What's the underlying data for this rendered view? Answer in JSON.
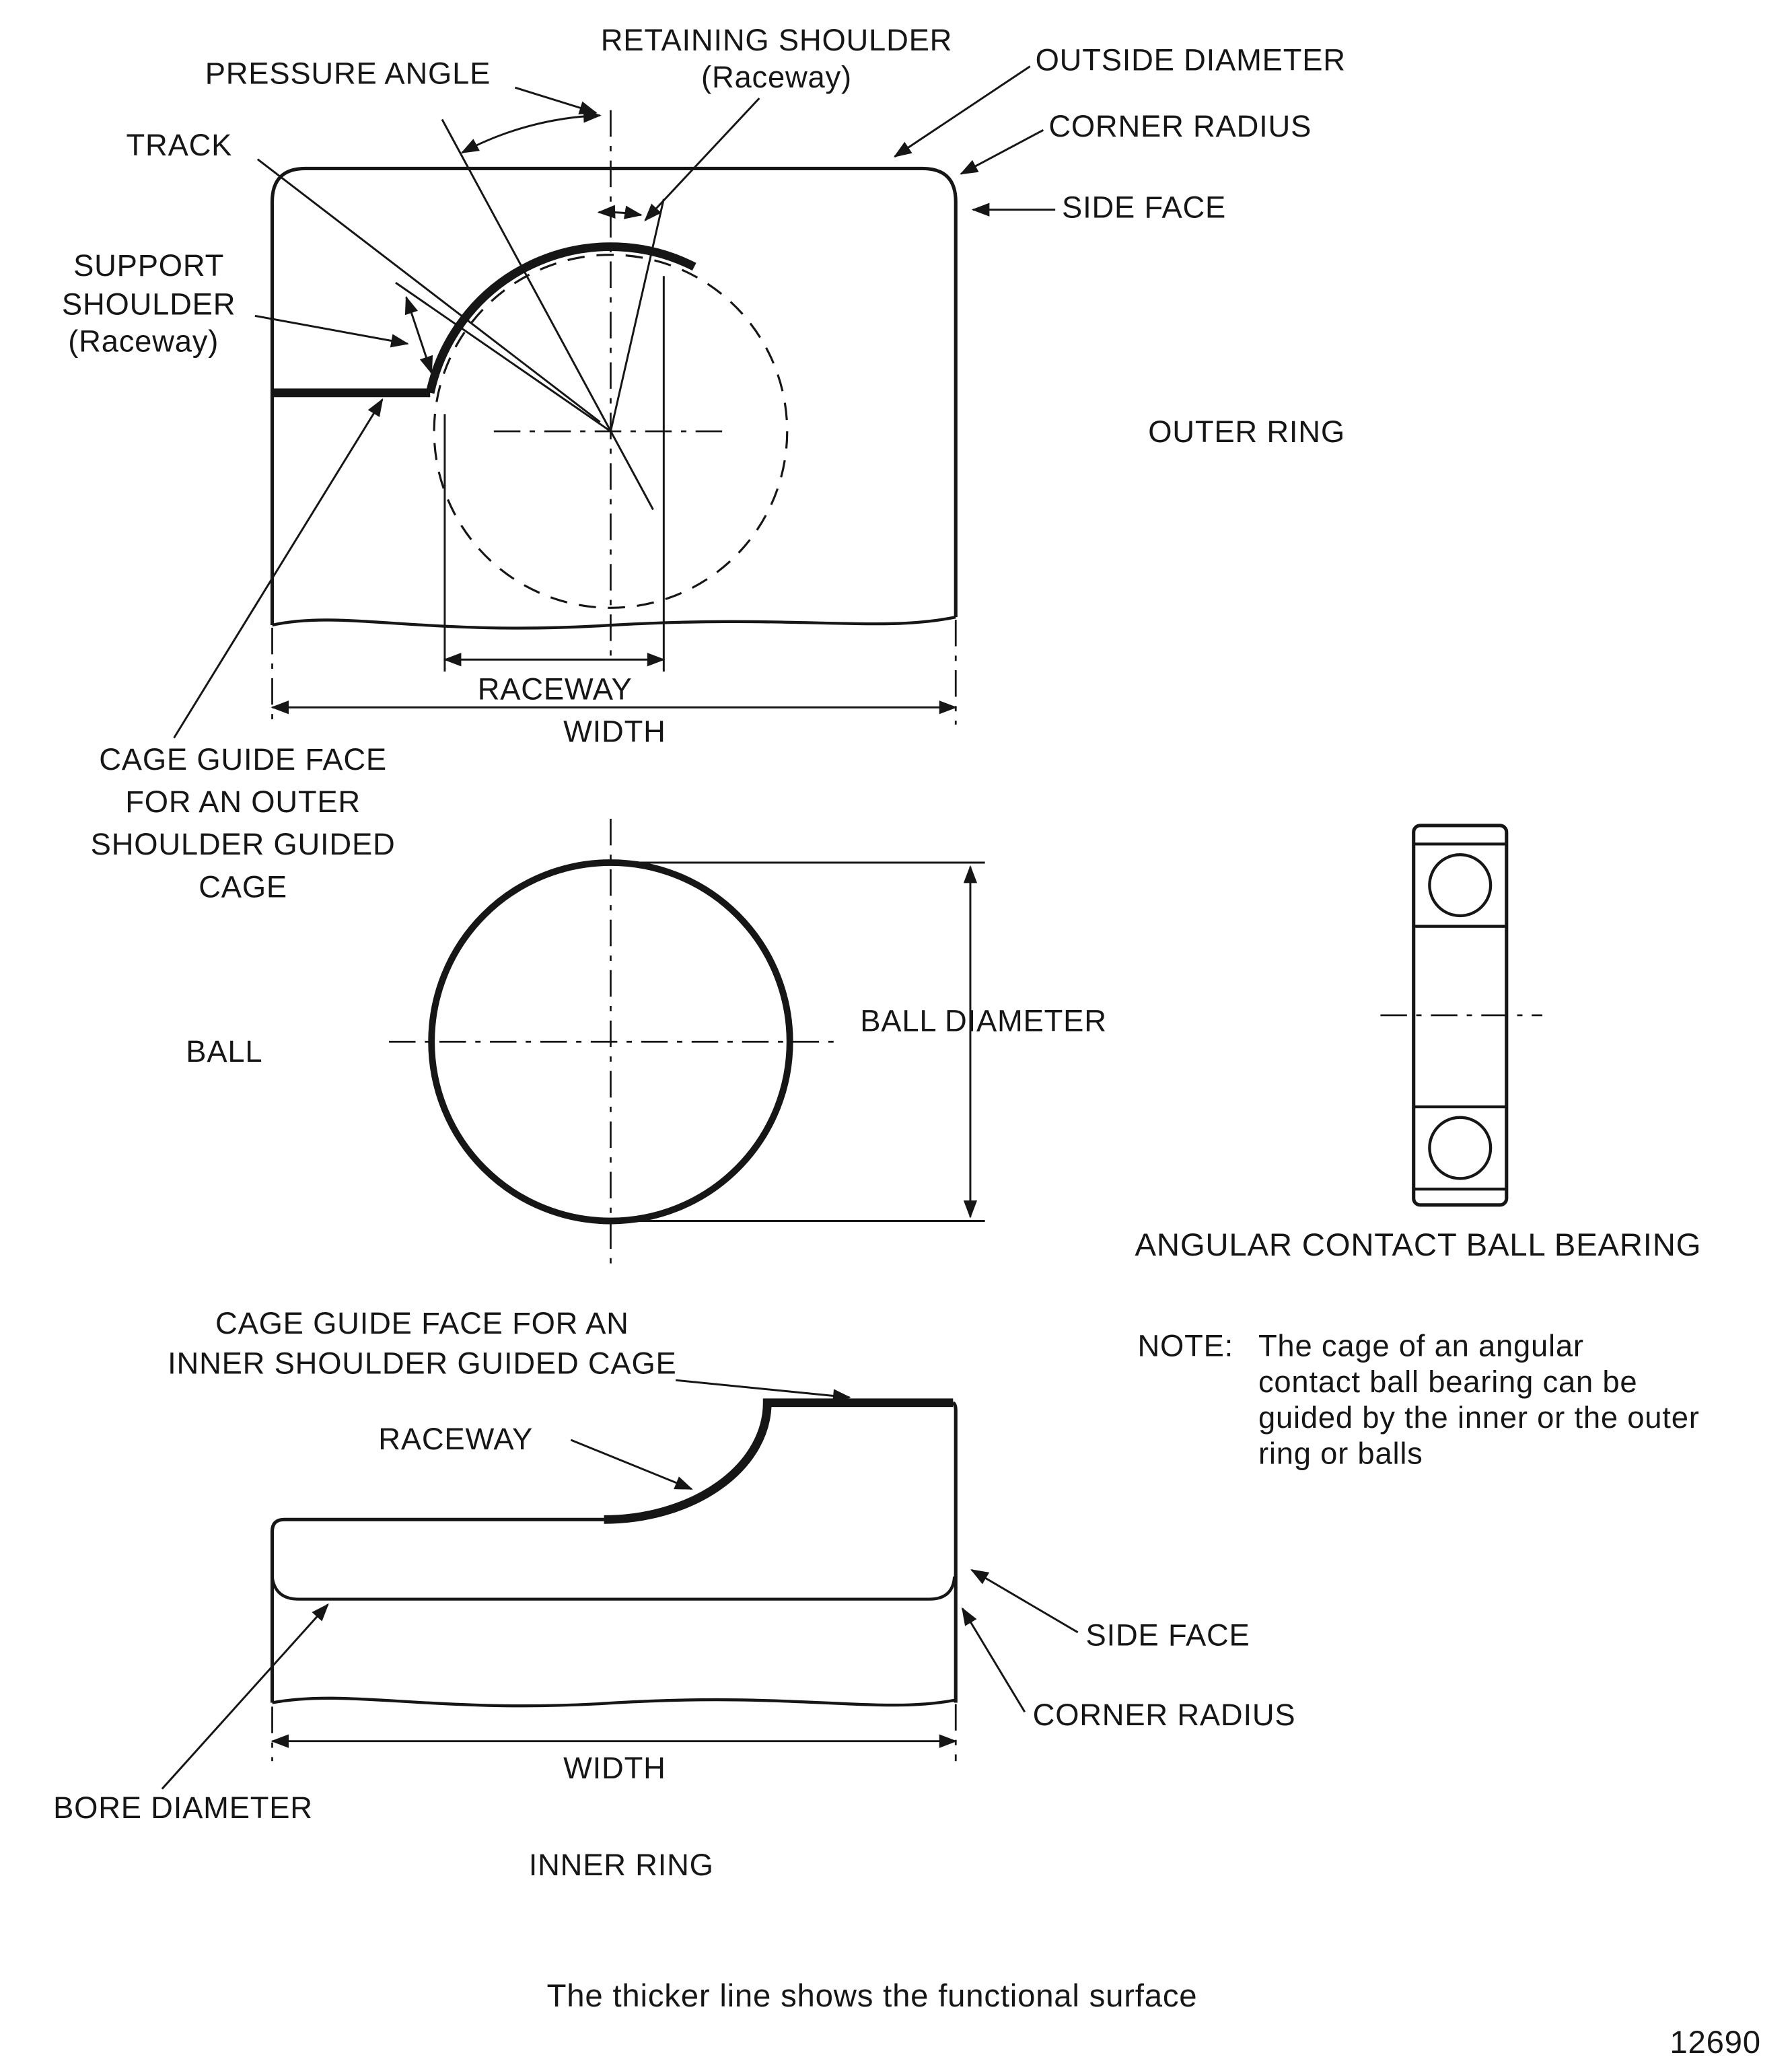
{
  "outer_ring": {
    "labels": {
      "pressure_angle": "PRESSURE ANGLE",
      "retaining_shoulder_line1": "RETAINING SHOULDER",
      "retaining_shoulder_line2": "(Raceway)",
      "outside_diameter": "OUTSIDE DIAMETER",
      "corner_radius": "CORNER RADIUS",
      "side_face": "SIDE FACE",
      "track": "TRACK",
      "support_shoulder_line1": "SUPPORT",
      "support_shoulder_line2": "SHOULDER",
      "support_shoulder_line3": "(Raceway)",
      "title": "OUTER RING",
      "raceway_dim": "RACEWAY",
      "width_dim": "WIDTH",
      "cage_guide_line1": "CAGE GUIDE FACE",
      "cage_guide_line2": "FOR AN OUTER",
      "cage_guide_line3": "SHOULDER GUIDED",
      "cage_guide_line4": "CAGE"
    }
  },
  "ball": {
    "labels": {
      "ball": "BALL",
      "ball_diameter": "BALL DIAMETER"
    }
  },
  "bearing": {
    "title": "ANGULAR CONTACT BALL BEARING"
  },
  "note": {
    "prefix": "NOTE:",
    "line1": "The cage of an angular",
    "line2": "contact ball bearing can be",
    "line3": "guided by the inner or the outer",
    "line4": "ring or balls"
  },
  "inner_ring": {
    "labels": {
      "cage_guide_line1": "CAGE GUIDE FACE FOR AN",
      "cage_guide_line2": "INNER SHOULDER GUIDED CAGE",
      "raceway": "RACEWAY",
      "side_face": "SIDE FACE",
      "corner_radius": "CORNER RADIUS",
      "width_dim": "WIDTH",
      "bore_diameter": "BORE DIAMETER",
      "title": "INNER RING"
    }
  },
  "footer": {
    "caption": "The thicker line shows the functional surface",
    "figure_number": "12690"
  }
}
